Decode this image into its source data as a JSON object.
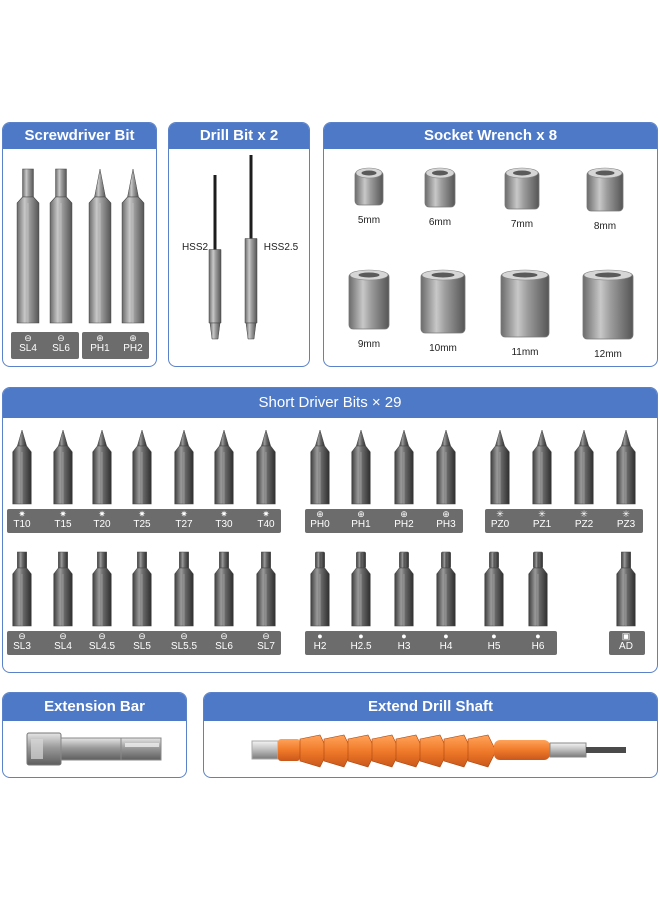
{
  "colors": {
    "header_blue": "#4d79c7",
    "panel_border": "#5b82c9",
    "tag_gray": "#6c6c6c",
    "handle_orange": "#f07a2a"
  },
  "screwdriver_bit": {
    "title": "Screwdriver Bit",
    "items": [
      {
        "label": "SL4",
        "symbol": "⊖"
      },
      {
        "label": "SL6",
        "symbol": "⊖"
      },
      {
        "label": "PH1",
        "symbol": "⊕"
      },
      {
        "label": "PH2",
        "symbol": "⊕"
      }
    ]
  },
  "drill_bit": {
    "title": "Drill Bit x 2",
    "items": [
      {
        "label": "HSS2"
      },
      {
        "label": "HSS2.5"
      }
    ]
  },
  "socket_wrench": {
    "title": "Socket Wrench x 8",
    "items": [
      {
        "label": "5mm"
      },
      {
        "label": "6mm"
      },
      {
        "label": "7mm"
      },
      {
        "label": "8mm"
      },
      {
        "label": "9mm"
      },
      {
        "label": "10mm"
      },
      {
        "label": "11mm"
      },
      {
        "label": "12mm"
      }
    ]
  },
  "short_driver_bits": {
    "title": "Short Driver Bits × 29",
    "torx": [
      "T10",
      "T15",
      "T20",
      "T25",
      "T27",
      "T30",
      "T40"
    ],
    "phillips": [
      "PH0",
      "PH1",
      "PH2",
      "PH3"
    ],
    "pozi": [
      "PZ0",
      "PZ1",
      "PZ2",
      "PZ3"
    ],
    "slotted": [
      "SL3",
      "SL4",
      "SL4.5",
      "SL5",
      "SL5.5",
      "SL6",
      "SL7"
    ],
    "hex": [
      "H2",
      "H2.5",
      "H3",
      "H4",
      "H5",
      "H6"
    ],
    "adapter": [
      "AD"
    ],
    "symbols": {
      "torx": "✷",
      "phillips": "⊕",
      "pozi": "✳",
      "slotted": "⊖",
      "hex": "●",
      "adapter": "▣"
    }
  },
  "extension_bar": {
    "title": "Extension Bar"
  },
  "extend_drill_shaft": {
    "title": "Extend Drill Shaft"
  }
}
